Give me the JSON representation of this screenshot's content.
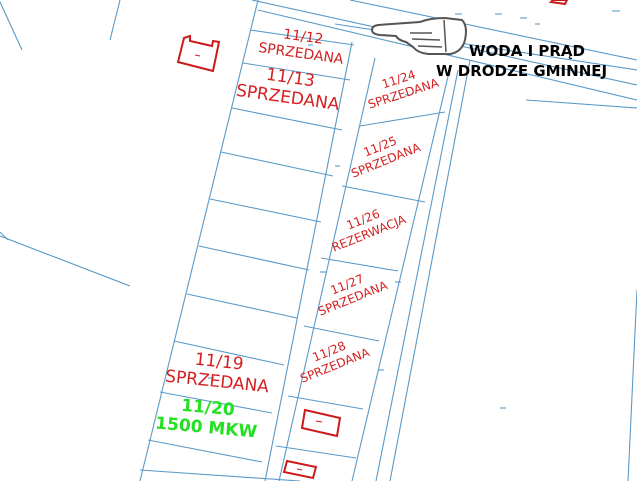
{
  "map": {
    "notice": {
      "line1": "WODA I PRĄD",
      "line2": "W DRODZE GMINNEJ"
    },
    "parcels": {
      "p11_12": {
        "number": "11/12",
        "status": "SPRZEDANA"
      },
      "p11_13": {
        "number": "11/13",
        "status": "SPRZEDANA"
      },
      "p11_24": {
        "number": "11/24",
        "status": "SPRZEDANA"
      },
      "p11_25": {
        "number": "11/25",
        "status": "SPRZEDANA"
      },
      "p11_26": {
        "number": "11/26",
        "status": "REZERWACJA"
      },
      "p11_27": {
        "number": "11/27",
        "status": "SPRZEDANA"
      },
      "p11_28": {
        "number": "11/28",
        "status": "SPRZEDANA"
      },
      "p11_19": {
        "number": "11/19",
        "status": "SPRZEDANA"
      },
      "p11_20": {
        "number": "11/20",
        "status": "1500 MKW"
      }
    },
    "icons": [
      "pointing-hand-icon",
      "building-icon"
    ],
    "colors": {
      "sold": "#d42020",
      "available": "#22e022",
      "parcel_line": "#5a9ac8",
      "building": "#cc1a1a",
      "notice_text": "#000000"
    }
  }
}
